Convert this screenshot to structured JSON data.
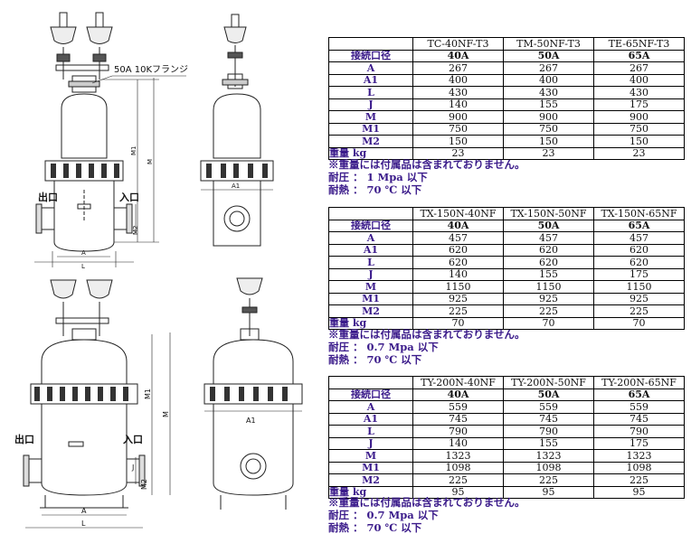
{
  "drawings": {
    "flange_label": "50A  10Kフランジ",
    "outlet_label": "出口",
    "inlet_label": "入口",
    "dim_A": "A",
    "dim_A1": "A1",
    "dim_L": "L",
    "dim_J": "J",
    "dim_M": "M",
    "dim_M1": "M1",
    "dim_M2": "M2"
  },
  "tables": [
    {
      "headers": [
        "",
        "TC-40NF-T3",
        "TM-50NF-T3",
        "TE-65NF-T3"
      ],
      "rows": [
        {
          "label": "接続口径",
          "values": [
            "40A",
            "50A",
            "65A"
          ]
        },
        {
          "label": "A",
          "values": [
            "267",
            "267",
            "267"
          ]
        },
        {
          "label": "A1",
          "values": [
            "400",
            "400",
            "400"
          ]
        },
        {
          "label": "L",
          "values": [
            "430",
            "430",
            "430"
          ]
        },
        {
          "label": "J",
          "values": [
            "140",
            "155",
            "175"
          ]
        },
        {
          "label": "M",
          "values": [
            "900",
            "900",
            "900"
          ]
        },
        {
          "label": "M1",
          "values": [
            "750",
            "750",
            "750"
          ]
        },
        {
          "label": "M2",
          "values": [
            "150",
            "150",
            "150"
          ]
        },
        {
          "label": "重量  kg",
          "values": [
            "23",
            "23",
            "23"
          ]
        }
      ],
      "notes": [
        "※重量には付属品は含まれておりません。",
        "耐圧  ：  1  Mpa  以下",
        "耐熱  ：  70  ℃  以下"
      ]
    },
    {
      "headers": [
        "",
        "TX-150N-40NF",
        "TX-150N-50NF",
        "TX-150N-65NF"
      ],
      "rows": [
        {
          "label": "接続口径",
          "values": [
            "40A",
            "50A",
            "65A"
          ]
        },
        {
          "label": "A",
          "values": [
            "457",
            "457",
            "457"
          ]
        },
        {
          "label": "A1",
          "values": [
            "620",
            "620",
            "620"
          ]
        },
        {
          "label": "L",
          "values": [
            "620",
            "620",
            "620"
          ]
        },
        {
          "label": "J",
          "values": [
            "140",
            "155",
            "175"
          ]
        },
        {
          "label": "M",
          "values": [
            "1150",
            "1150",
            "1150"
          ]
        },
        {
          "label": "M1",
          "values": [
            "925",
            "925",
            "925"
          ]
        },
        {
          "label": "M2",
          "values": [
            "225",
            "225",
            "225"
          ]
        },
        {
          "label": "重量  kg",
          "values": [
            "70",
            "70",
            "70"
          ]
        }
      ],
      "notes": [
        "※重量には付属品は含まれておりません。",
        "耐圧  ：  0.7  Mpa  以下",
        "耐熱  ：  70  ℃  以下"
      ]
    },
    {
      "headers": [
        "",
        "TY-200N-40NF",
        "TY-200N-50NF",
        "TY-200N-65NF"
      ],
      "rows": [
        {
          "label": "接続口径",
          "values": [
            "40A",
            "50A",
            "65A"
          ]
        },
        {
          "label": "A",
          "values": [
            "559",
            "559",
            "559"
          ]
        },
        {
          "label": "A1",
          "values": [
            "745",
            "745",
            "745"
          ]
        },
        {
          "label": "L",
          "values": [
            "790",
            "790",
            "790"
          ]
        },
        {
          "label": "J",
          "values": [
            "140",
            "155",
            "175"
          ]
        },
        {
          "label": "M",
          "values": [
            "1323",
            "1323",
            "1323"
          ]
        },
        {
          "label": "M1",
          "values": [
            "1098",
            "1098",
            "1098"
          ]
        },
        {
          "label": "M2",
          "values": [
            "225",
            "225",
            "225"
          ]
        },
        {
          "label": "重量  kg",
          "values": [
            "95",
            "95",
            "95"
          ]
        }
      ],
      "notes": [
        "※重量には付属品は含まれておりません。",
        "耐圧  ：  0.7  Mpa  以下",
        "耐熱  ：  70  ℃  以下"
      ]
    }
  ]
}
